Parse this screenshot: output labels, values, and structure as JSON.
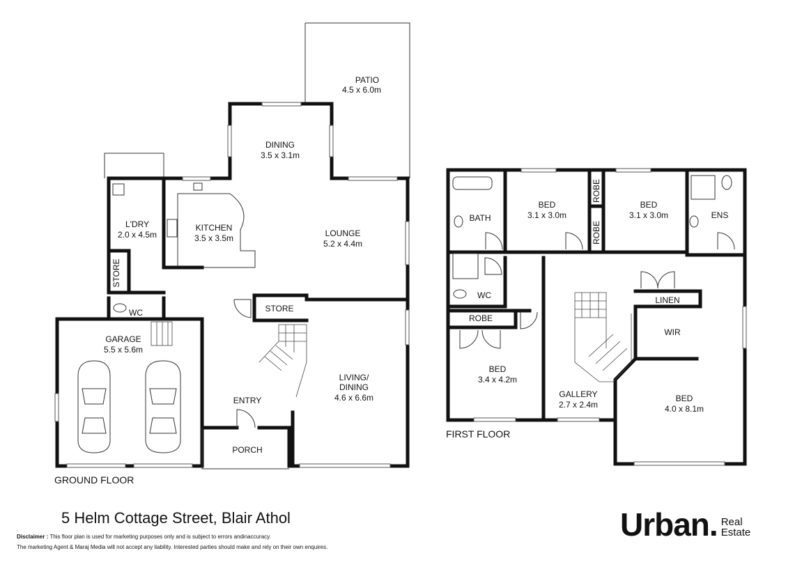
{
  "ground_floor": {
    "title": "GROUND FLOOR",
    "rooms": {
      "patio": {
        "name": "PATIO",
        "size": "4.5 x 6.0m"
      },
      "dining": {
        "name": "DINING",
        "size": "3.5 x 3.1m"
      },
      "laundry": {
        "name": "L'DRY",
        "size": "2.0 x 4.5m"
      },
      "kitchen": {
        "name": "KITCHEN",
        "size": "3.5 x 3.5m"
      },
      "lounge": {
        "name": "LOUNGE",
        "size": "5.2 x 4.4m"
      },
      "store_left": {
        "name": "STORE"
      },
      "store_hall": {
        "name": "STORE"
      },
      "wc": {
        "name": "WC"
      },
      "garage": {
        "name": "GARAGE",
        "size": "5.5 x 5.6m"
      },
      "entry": {
        "name": "ENTRY"
      },
      "porch": {
        "name": "PORCH"
      },
      "living_dining": {
        "name_line1": "LIVING/",
        "name_line2": "DINING",
        "size": "4.6 x 6.6m"
      }
    }
  },
  "first_floor": {
    "title": "FIRST FLOOR",
    "rooms": {
      "bath": {
        "name": "BATH"
      },
      "bed_1": {
        "name": "BED",
        "size": "3.1 x 3.0m"
      },
      "robe_v1": {
        "name": "ROBE"
      },
      "robe_v2": {
        "name": "ROBE"
      },
      "bed_2": {
        "name": "BED",
        "size": "3.1 x 3.0m"
      },
      "ens": {
        "name": "ENS"
      },
      "wc": {
        "name": "WC"
      },
      "linen": {
        "name": "LINEN"
      },
      "robe_h": {
        "name": "ROBE"
      },
      "wir": {
        "name": "WIR"
      },
      "bed_3": {
        "name": "BED",
        "size": "3.4 x 4.2m"
      },
      "gallery": {
        "name": "GALLERY",
        "size": "2.7 x 2.4m"
      },
      "bed_4": {
        "name": "BED",
        "size": "4.0 x 8.1m"
      }
    }
  },
  "footer": {
    "address": "5 Helm Cottage Street, Blair Athol",
    "disclaimer_label": "Disclaimer :",
    "disclaimer_line1": "This floor plan is used for marketing purposes only and is subject to errors andinaccuracy.",
    "disclaimer_line2": "The marketing Agent & Maraj Media will not accept any liability. Interested parties should make and rely on their own enquires."
  },
  "logo": {
    "word": "Urban",
    "dot": ".",
    "sub_line1": "Real",
    "sub_line2": "Estate"
  }
}
